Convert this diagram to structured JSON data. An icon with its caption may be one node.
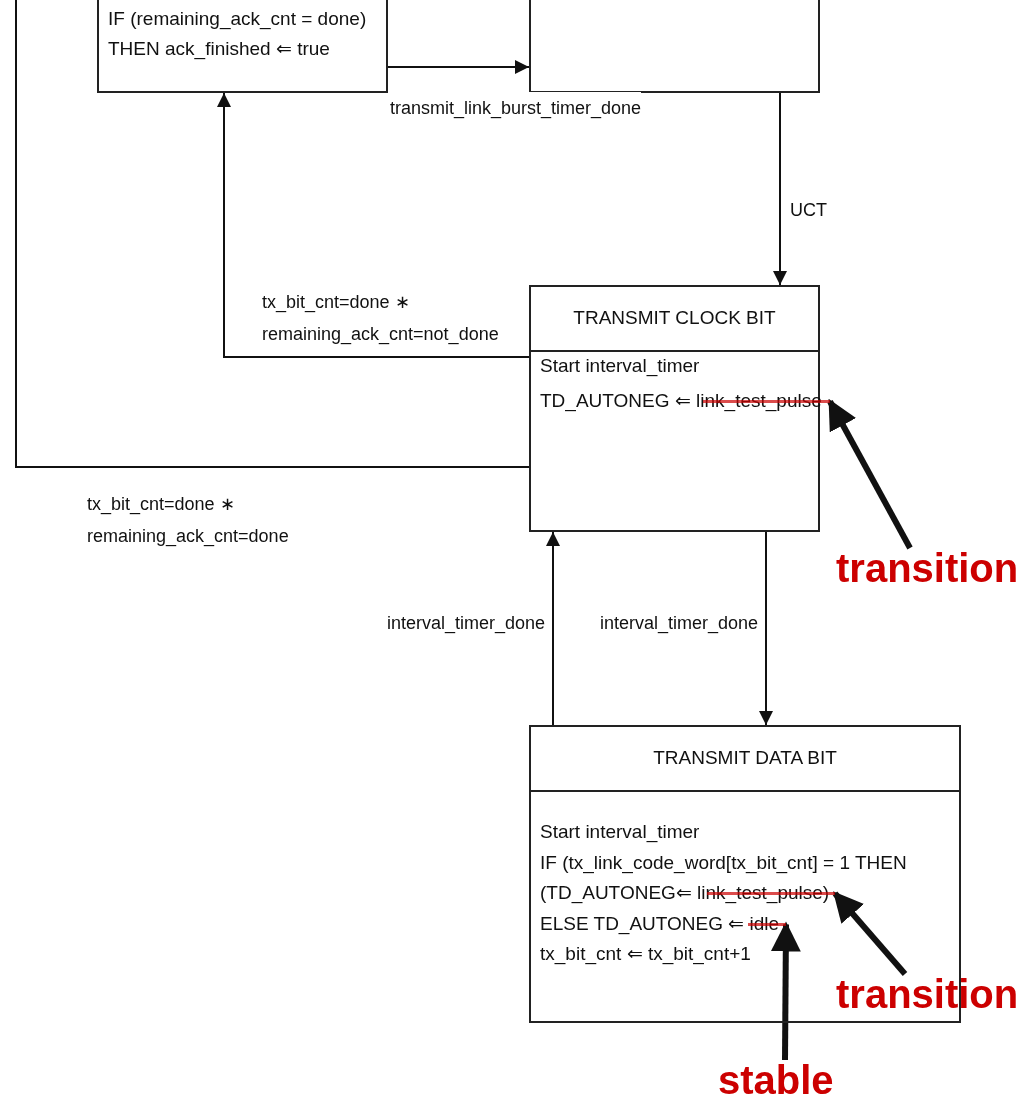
{
  "diagram": {
    "nodes": [
      {
        "text": [
          "IF (remaining_ack_cnt = done)",
          "THEN ack_finished ⇐ true"
        ]
      },
      {
        "text": [],
        "shape": "box"
      },
      {
        "text": [
          "TRANSMIT CLOCK BIT",
          "Start interval_timer",
          "TD_AUTONEG ⇐ link_test_pulse"
        ]
      },
      {
        "text": [],
        "shape": "bar",
        "in": 2
      },
      {
        "text": [
          "transition"
        ]
      },
      {
        "text": [
          "TRANSMIT DATA BIT",
          "Start interval_timer",
          "IF (tx_link_code_word[tx_bit_cnt] = 1 THEN",
          "(TD_AUTONEG⇐ link_test_pulse)",
          "ELSE TD_AUTONEG ⇐ idle",
          "tx_bit_cnt ⇐ tx_bit_cnt+1"
        ]
      },
      {
        "text": [],
        "shape": "bar",
        "in": 5
      },
      {
        "text": [],
        "shape": "bar",
        "in": 5
      },
      {
        "text": [
          "transition"
        ]
      },
      {
        "text": [
          "stable"
        ]
      }
    ],
    "edges": [
      {
        "from": 0,
        "to": 1,
        "arrow": "to",
        "label": "transmit_link_burst_timer_done"
      },
      {
        "from": 1,
        "to": 2,
        "arrow": "to",
        "label": "UCT"
      },
      {
        "from": 2,
        "to": 0,
        "arrow": "to",
        "label": "tx_bit_cnt=done ∗ remaining_ack_cnt=not_done"
      },
      {
        "from": 2,
        "to": null,
        "arrow": "none",
        "label": "tx_bit_cnt=done ∗ remaining_ack_cnt=done"
      },
      {
        "from": 5,
        "to": 2,
        "arrow": "to",
        "label": "interval_timer_done"
      },
      {
        "from": 2,
        "to": 5,
        "arrow": "to",
        "label": "interval_timer_done"
      },
      {
        "from": 4,
        "to": 3,
        "arrow": "to",
        "style": "thick"
      },
      {
        "from": 8,
        "to": 6,
        "arrow": "to",
        "style": "thick"
      },
      {
        "from": 9,
        "to": 7,
        "arrow": "to",
        "style": "thick"
      }
    ]
  }
}
